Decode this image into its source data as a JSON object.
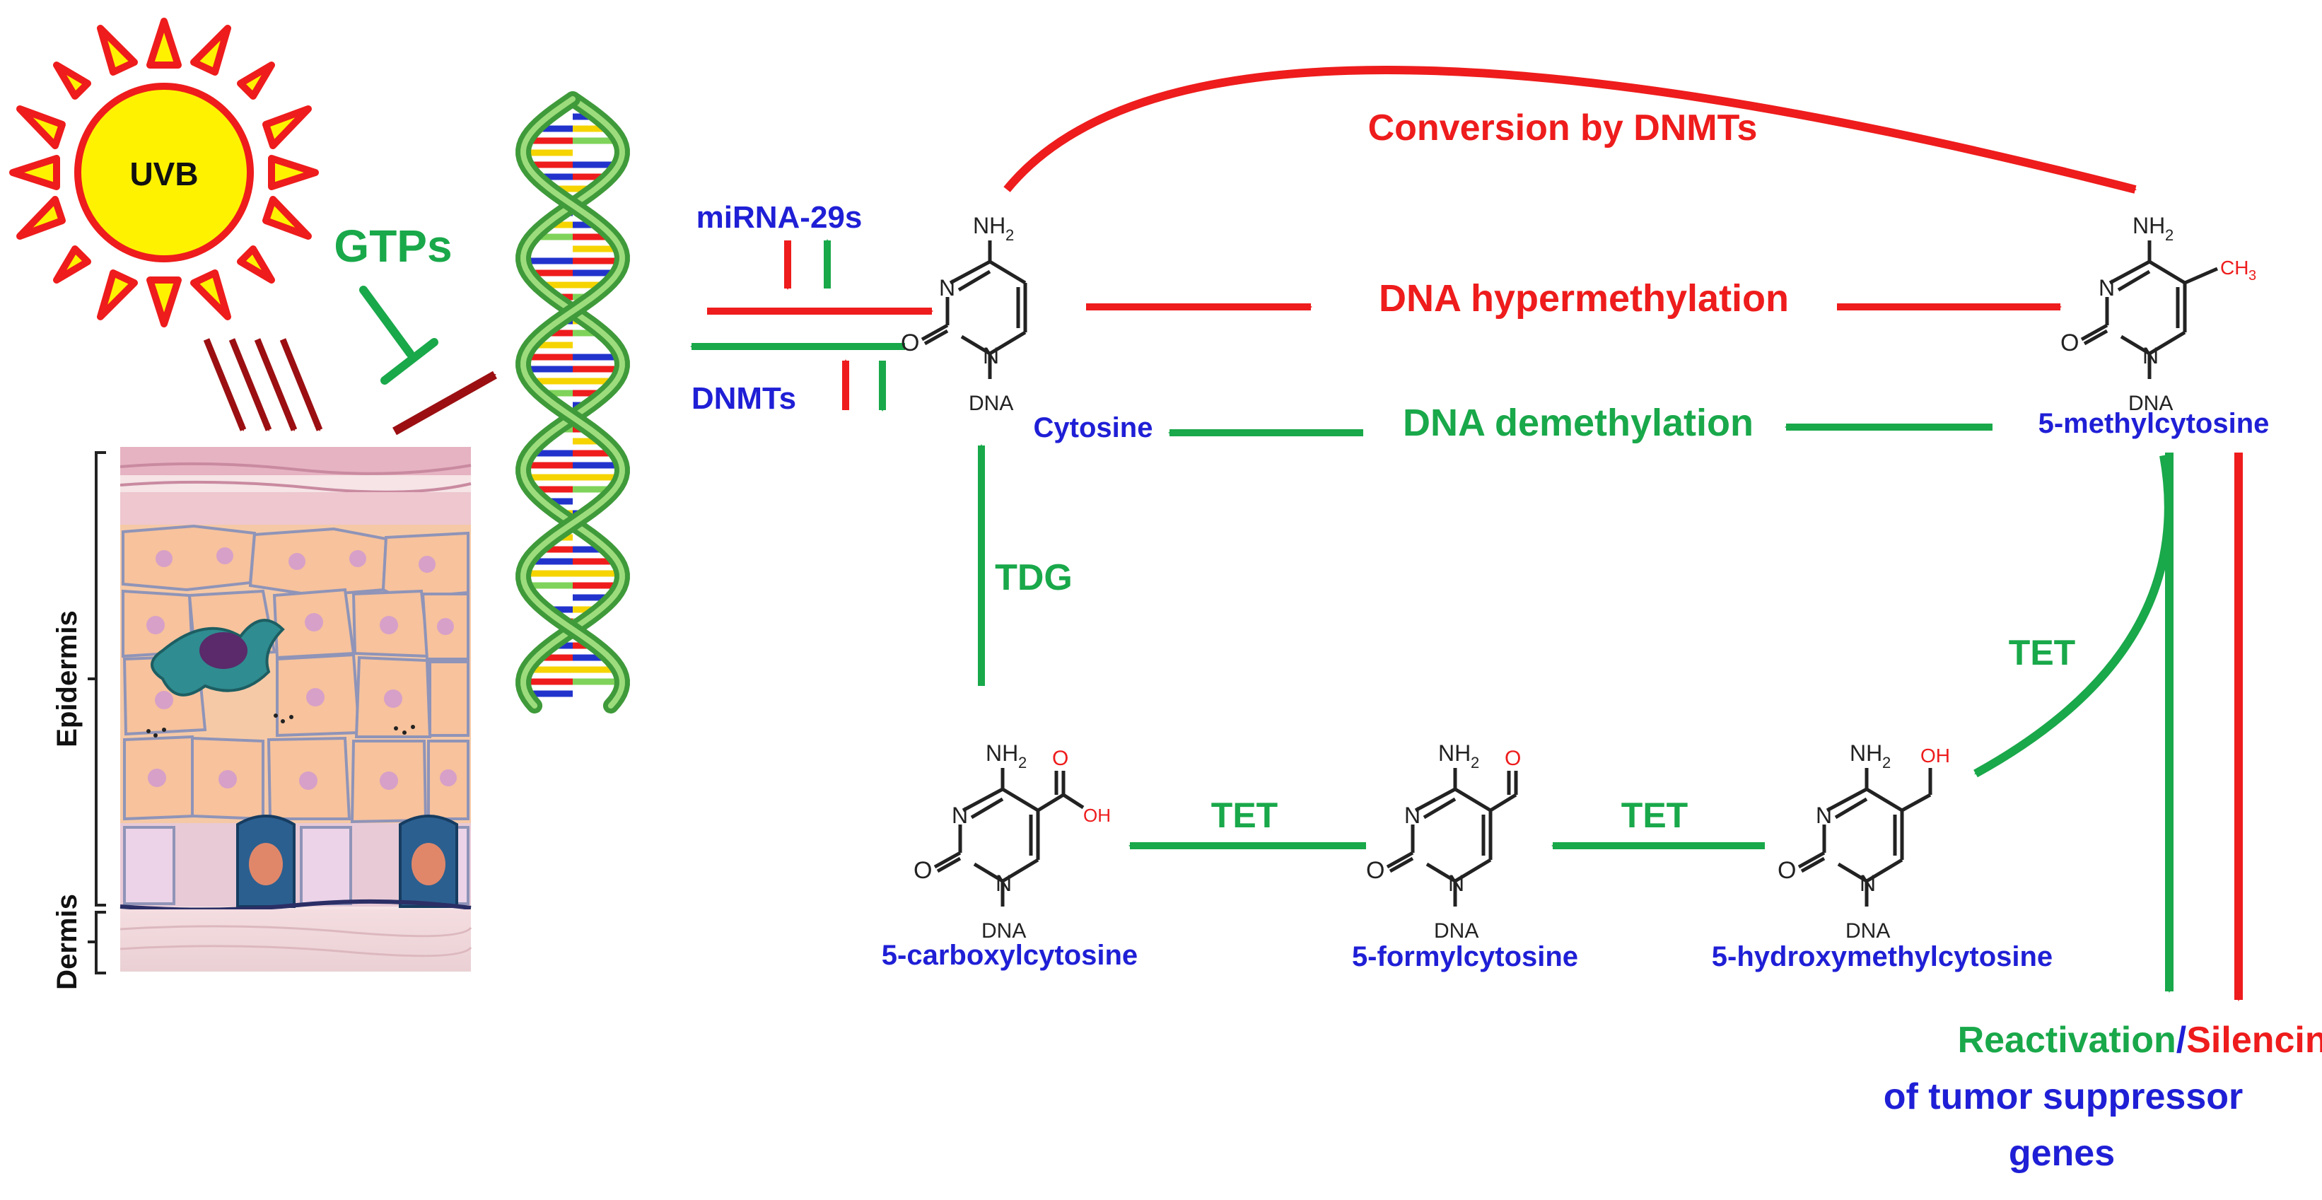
{
  "colors": {
    "red": "#ee1c1c",
    "green": "#19a84a",
    "blue": "#1f1fd6",
    "dark_red": "#9b0f12",
    "sun_yellow": "#fff200",
    "sun_red": "#ee1c1c",
    "black": "#222222"
  },
  "uv": {
    "label": "UVB"
  },
  "gtps": {
    "label": "GTPs"
  },
  "skin": {
    "epidermis_label": "Epidermis",
    "dermis_label": "Dermis"
  },
  "regulators": {
    "mirna_label": "miRNA-29s",
    "dnmt_label": "DNMTs"
  },
  "arrows": {
    "conversion_label": "Conversion by DNMTs",
    "hypermethylation_label": "DNA hypermethylation",
    "demethylation_label": "DNA demethylation",
    "tdg_label": "TDG",
    "tet_label_right": "TET",
    "tet_label_mid": "TET",
    "tet_label_left": "TET"
  },
  "molecules": {
    "cytosine": {
      "name": "Cytosine",
      "nh2": "NH",
      "nh2_sub": "2",
      "dna": "DNA",
      "n": "N",
      "o": "O"
    },
    "methylcytosine": {
      "name": "5-methylcytosine",
      "nh2": "NH",
      "nh2_sub": "2",
      "dna": "DNA",
      "n": "N",
      "o": "O",
      "group": "CH",
      "group_sub": "3"
    },
    "hydroxymethylcytosine": {
      "name": "5-hydroxymethylcytosine",
      "nh2": "NH",
      "nh2_sub": "2",
      "dna": "DNA",
      "n": "N",
      "o": "O",
      "group": "OH"
    },
    "formylcytosine": {
      "name": "5-formylcytosine",
      "nh2": "NH",
      "nh2_sub": "2",
      "dna": "DNA",
      "n": "N",
      "o": "O",
      "group": "O"
    },
    "carboxylcytosine": {
      "name": "5-carboxylcytosine",
      "nh2": "NH",
      "nh2_sub": "2",
      "dna": "DNA",
      "n": "N",
      "o": "O",
      "group_o": "O",
      "group_oh": "OH"
    }
  },
  "outcome": {
    "reactivation": "Reactivation",
    "slash": "/",
    "silencing": "Silencing",
    "line2": "of tumor suppressor",
    "line3": "genes"
  }
}
